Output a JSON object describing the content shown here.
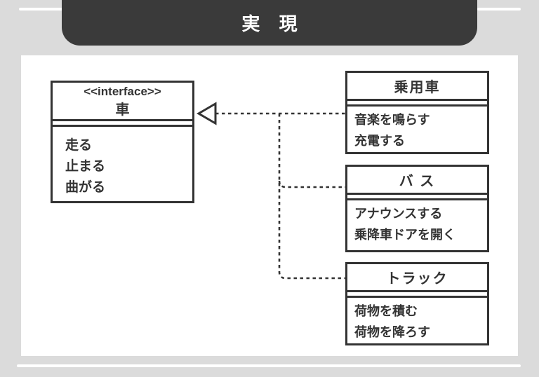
{
  "banner": {
    "title": "実 現"
  },
  "diagram": {
    "interface_box": {
      "stereotype": "<<interface>>",
      "name": "車",
      "methods": [
        "走る",
        "止まる",
        "曲がる"
      ]
    },
    "classes": [
      {
        "name": "乗用車",
        "methods": [
          "音楽を鳴らす",
          "充電する"
        ]
      },
      {
        "name": "バ ス",
        "methods": [
          "アナウンスする",
          "乗降車ドアを開く"
        ]
      },
      {
        "name": "トラック",
        "methods": [
          "荷物を積む",
          "荷物を降ろす"
        ]
      }
    ],
    "relationship": "realization"
  },
  "colors": {
    "page_bg": "#dbdbdb",
    "panel_bg": "#ffffff",
    "banner_bg": "#3a3a3a",
    "banner_text": "#ffffff",
    "line": "#333333"
  }
}
